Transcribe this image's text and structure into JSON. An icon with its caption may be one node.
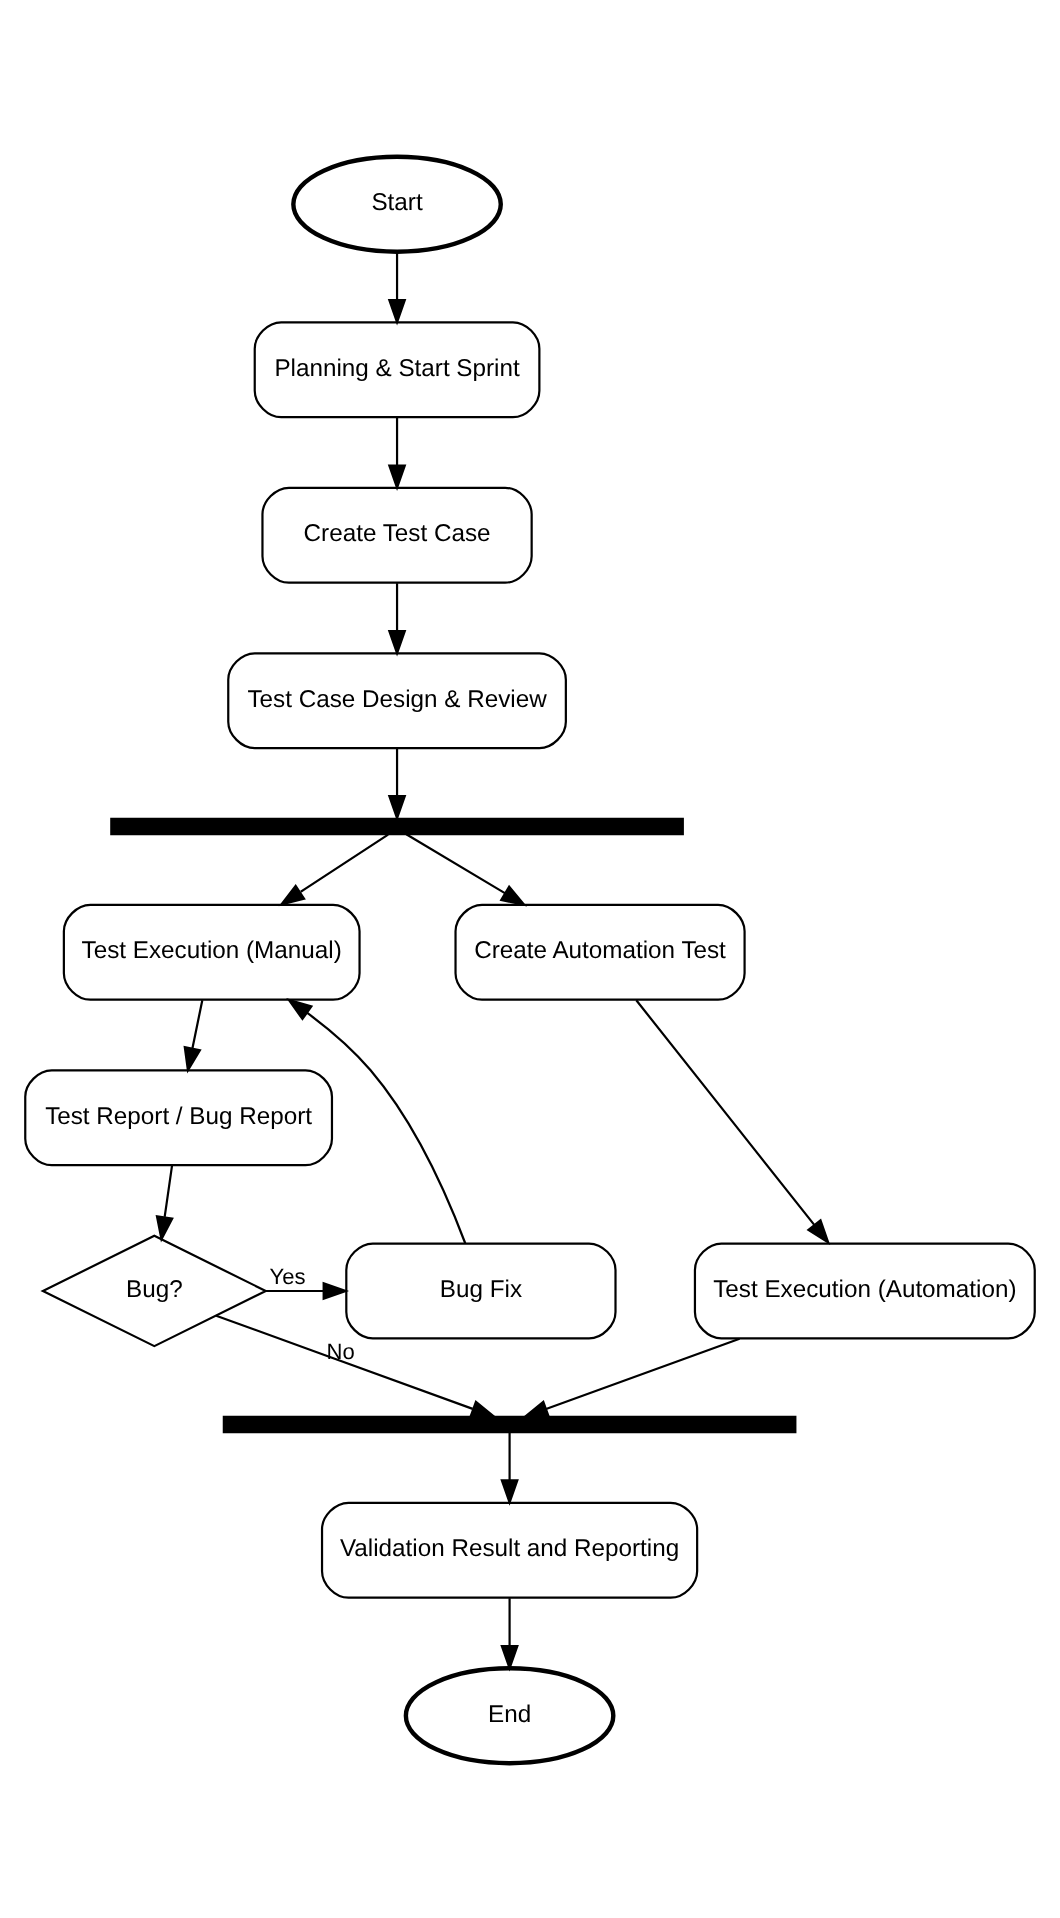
{
  "diagram": {
    "nodes": [
      {
        "text": [
          "Start"
        ]
      },
      {
        "text": [
          "Planning & Start Sprint"
        ]
      },
      {
        "text": [
          "Create Test Case"
        ]
      },
      {
        "text": [
          "Test Case Design & Review"
        ]
      },
      {
        "text": [],
        "shape": "bar"
      },
      {
        "text": [
          "Test Execution (Manual)"
        ]
      },
      {
        "text": [
          "Create Automation Test"
        ]
      },
      {
        "text": [
          "Test Report / Bug Report"
        ]
      },
      {
        "text": [
          "Bug?"
        ]
      },
      {
        "text": [
          "Bug Fix"
        ]
      },
      {
        "text": [
          "Test Execution (Automation)"
        ]
      },
      {
        "text": [],
        "shape": "bar"
      },
      {
        "text": [
          "Validation Result and Reporting"
        ]
      },
      {
        "text": [
          "End"
        ]
      }
    ],
    "edges": [
      {
        "from": 0,
        "to": 1,
        "arrow": "to"
      },
      {
        "from": 1,
        "to": 2,
        "arrow": "to"
      },
      {
        "from": 2,
        "to": 3,
        "arrow": "to"
      },
      {
        "from": 3,
        "to": 4,
        "arrow": "to"
      },
      {
        "from": 4,
        "to": 5,
        "arrow": "to"
      },
      {
        "from": 4,
        "to": 6,
        "arrow": "to"
      },
      {
        "from": 5,
        "to": 7,
        "arrow": "to"
      },
      {
        "from": 7,
        "to": 8,
        "arrow": "to"
      },
      {
        "from": 8,
        "to": 9,
        "arrow": "to",
        "label": "Yes"
      },
      {
        "from": 9,
        "to": 5,
        "arrow": "to"
      },
      {
        "from": 8,
        "to": 11,
        "arrow": "to",
        "label": "No"
      },
      {
        "from": 6,
        "to": 10,
        "arrow": "to"
      },
      {
        "from": 10,
        "to": 11,
        "arrow": "to"
      },
      {
        "from": 11,
        "to": 12,
        "arrow": "to"
      },
      {
        "from": 12,
        "to": 13,
        "arrow": "to"
      }
    ]
  }
}
